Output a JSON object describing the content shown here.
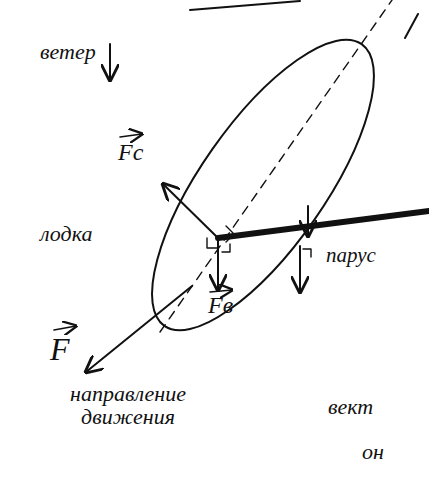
{
  "diagram": {
    "labels": [
      "ветер",
      "Fc",
      "Fв",
      "лодка",
      "парус",
      "F",
      "направление движения",
      "вект",
      "он"
    ]
  }
}
